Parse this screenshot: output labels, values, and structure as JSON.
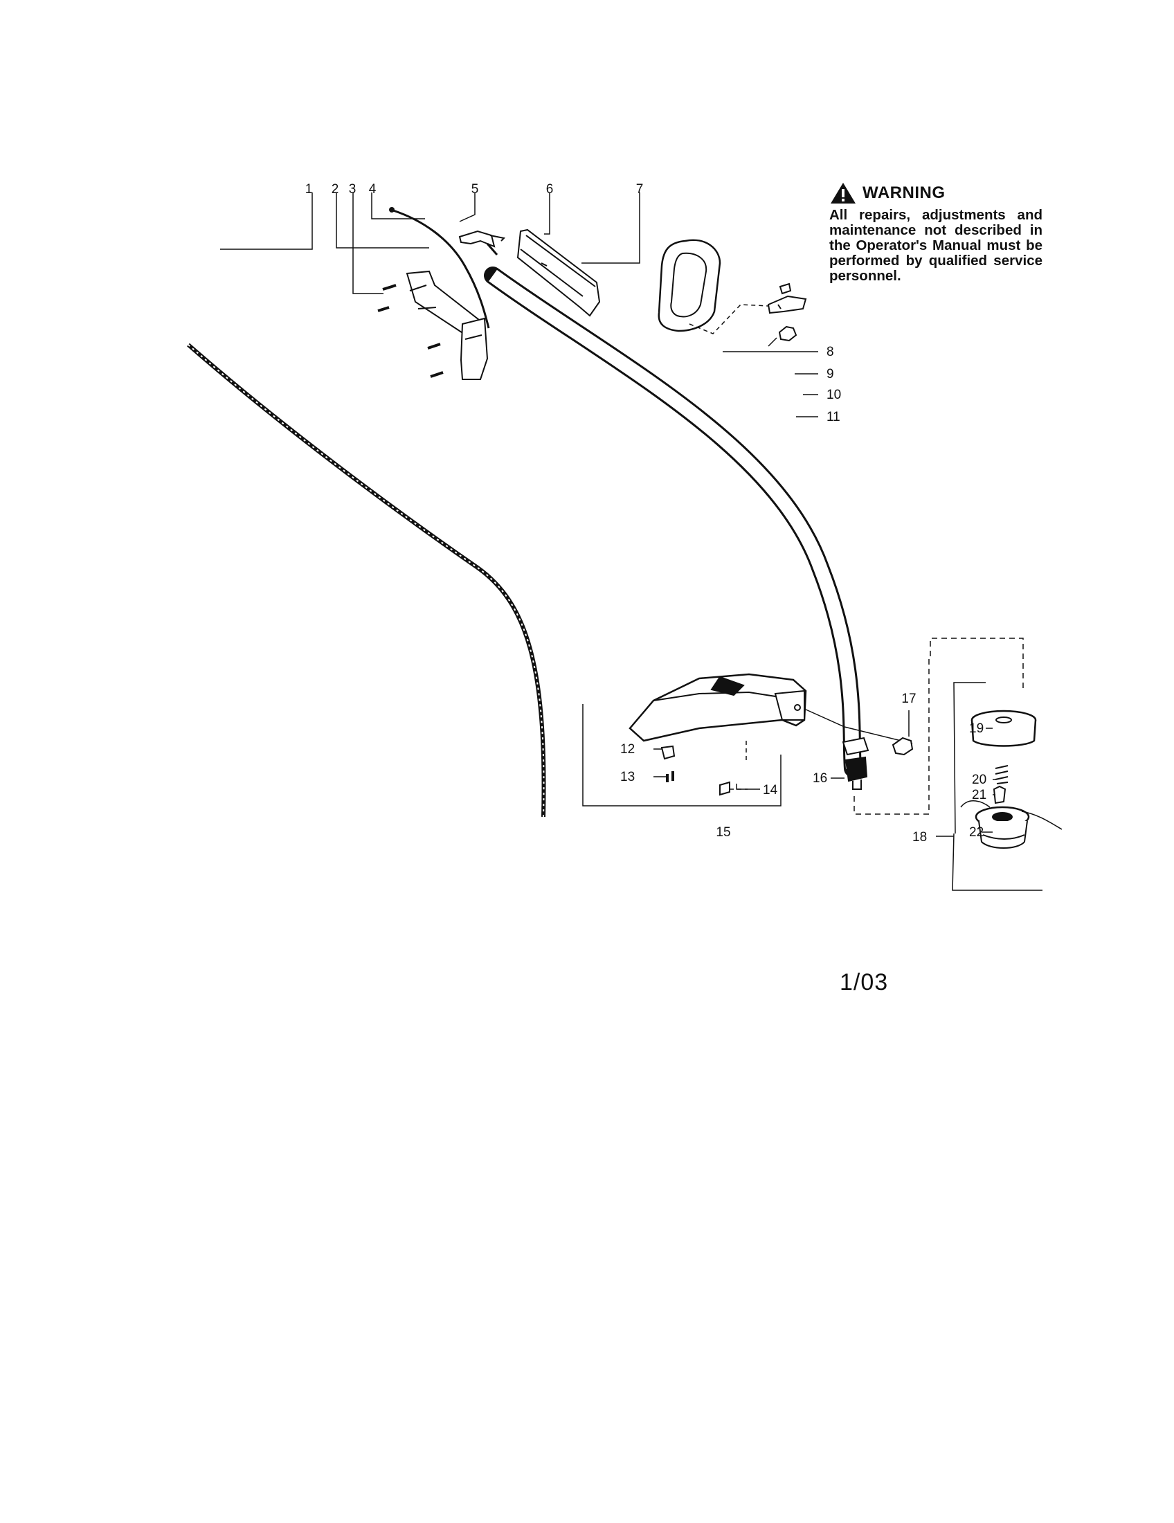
{
  "warning": {
    "title": "WARNING",
    "text": "All repairs, adjustments and maintenance not described in the Operator's Manual must be performed by qualified service personnel."
  },
  "date_code": "1/03",
  "callouts": [
    "1",
    "2",
    "3",
    "4",
    "5",
    "6",
    "7",
    "8",
    "9",
    "10",
    "11",
    "12",
    "13",
    "14",
    "15",
    "16",
    "17",
    "18",
    "19",
    "20",
    "21",
    "22"
  ]
}
